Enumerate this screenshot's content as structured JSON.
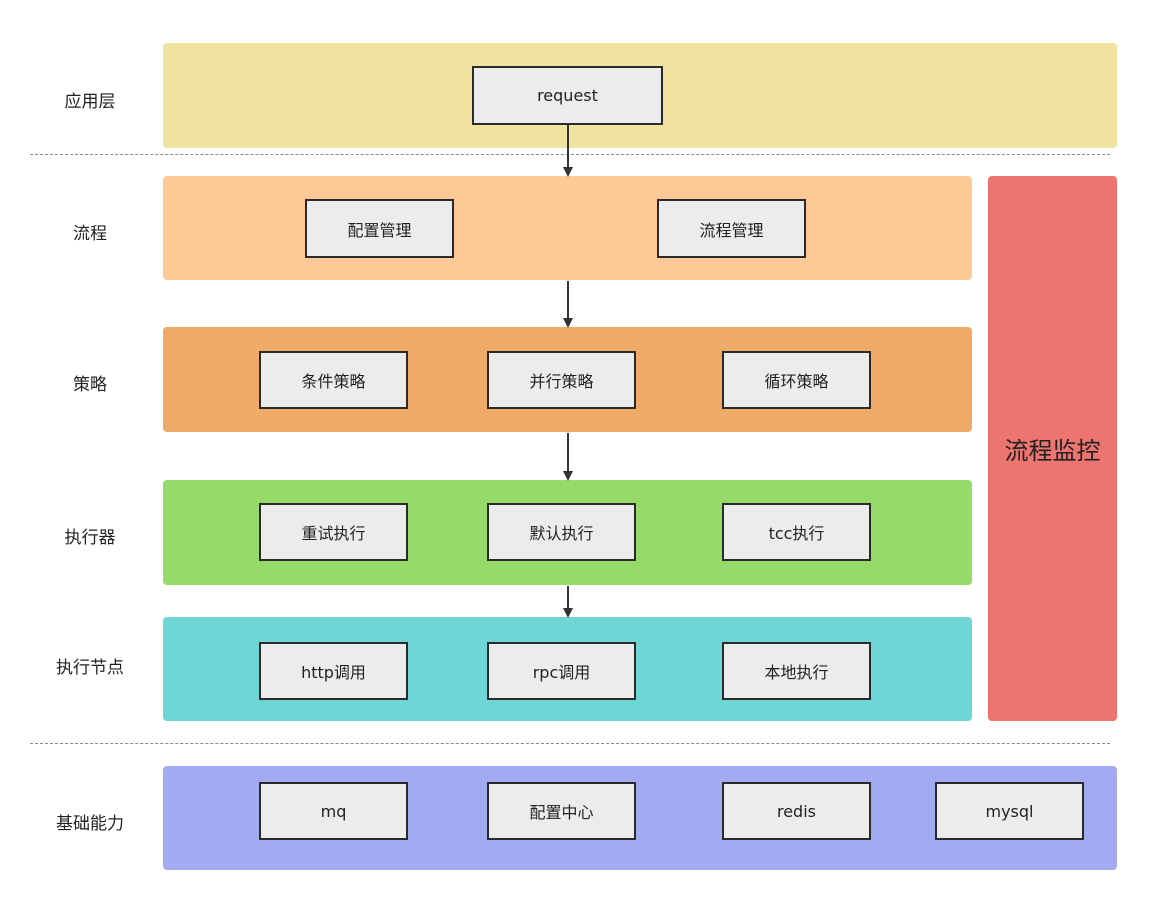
{
  "layers": {
    "app": {
      "label": "应用层",
      "color": "#f0e3a0",
      "boxes": [
        "request"
      ]
    },
    "flow": {
      "label": "流程",
      "color": "#fdc996",
      "boxes": [
        "配置管理",
        "流程管理"
      ]
    },
    "strategy": {
      "label": "策略",
      "color": "#f0aa68",
      "boxes": [
        "条件策略",
        "并行策略",
        "循环策略"
      ]
    },
    "executor": {
      "label": "执行器",
      "color": "#96da6a",
      "boxes": [
        "重试执行",
        "默认执行",
        "tcc执行"
      ]
    },
    "node": {
      "label": "执行节点",
      "color": "#6fd6d6",
      "boxes": [
        "http调用",
        "rpc调用",
        "本地执行"
      ]
    },
    "base": {
      "label": "基础能力",
      "color": "#a4aaf2",
      "boxes": [
        "mq",
        "配置中心",
        "redis",
        "mysql"
      ]
    }
  },
  "monitor": {
    "label": "流程监控",
    "color": "#ee7470"
  }
}
